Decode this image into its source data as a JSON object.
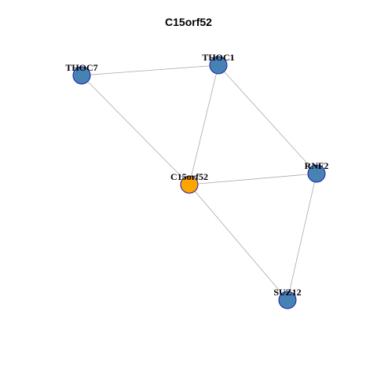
{
  "title": "C15orf52",
  "colors": {
    "center_fill": "#FFA500",
    "neighbor_fill": "#4682B4",
    "node_stroke": "#1F1FA8",
    "edge": "#A9A9A9"
  },
  "nodes": [
    {
      "id": "C15orf52",
      "label": "C15orf52",
      "role": "center"
    },
    {
      "id": "THOC7",
      "label": "THOC7",
      "role": "neighbor"
    },
    {
      "id": "THOC1",
      "label": "THOC1",
      "role": "neighbor"
    },
    {
      "id": "RNF2",
      "label": "RNF2",
      "role": "neighbor"
    },
    {
      "id": "SUZ12",
      "label": "SUZ12",
      "role": "neighbor"
    }
  ],
  "edges": [
    [
      "THOC7",
      "THOC1"
    ],
    [
      "THOC7",
      "C15orf52"
    ],
    [
      "THOC1",
      "C15orf52"
    ],
    [
      "THOC1",
      "RNF2"
    ],
    [
      "C15orf52",
      "RNF2"
    ],
    [
      "C15orf52",
      "SUZ12"
    ],
    [
      "RNF2",
      "SUZ12"
    ]
  ]
}
